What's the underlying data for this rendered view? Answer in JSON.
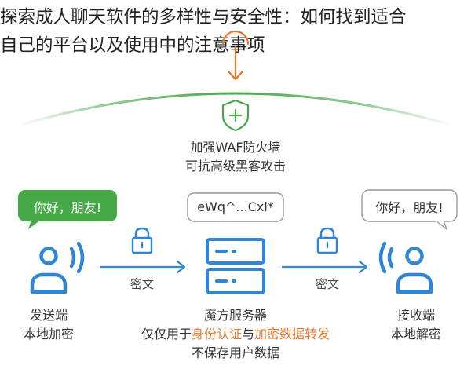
{
  "title_line1": "探索成人聊天软件的多样性与安全性：如何找到适合",
  "title_line2": "自己的平台以及使用中的注意事项",
  "waf": {
    "line1": "加强WAF防火墙",
    "line2": "可抗高级黑客攻击"
  },
  "sender": {
    "bubble": "你好，朋友!",
    "label1": "发送端",
    "label2": "本地加密"
  },
  "server": {
    "bubble": "eWq^...Cxl*",
    "label1": "魔方服务器",
    "label2_prefix": "仅仅用于",
    "label2_highlight1": "身份认证",
    "label2_mid": "与",
    "label2_highlight2": "加密数据转发",
    "label3": "不保存用户数据"
  },
  "receiver": {
    "bubble": "你好，朋友!",
    "label1": "接收端",
    "label2": "本地解密"
  },
  "arrow_left_label": "密文",
  "arrow_right_label": "密文",
  "colors": {
    "green": "#46a848",
    "blue": "#2f86d6",
    "orange": "#e8792f"
  }
}
